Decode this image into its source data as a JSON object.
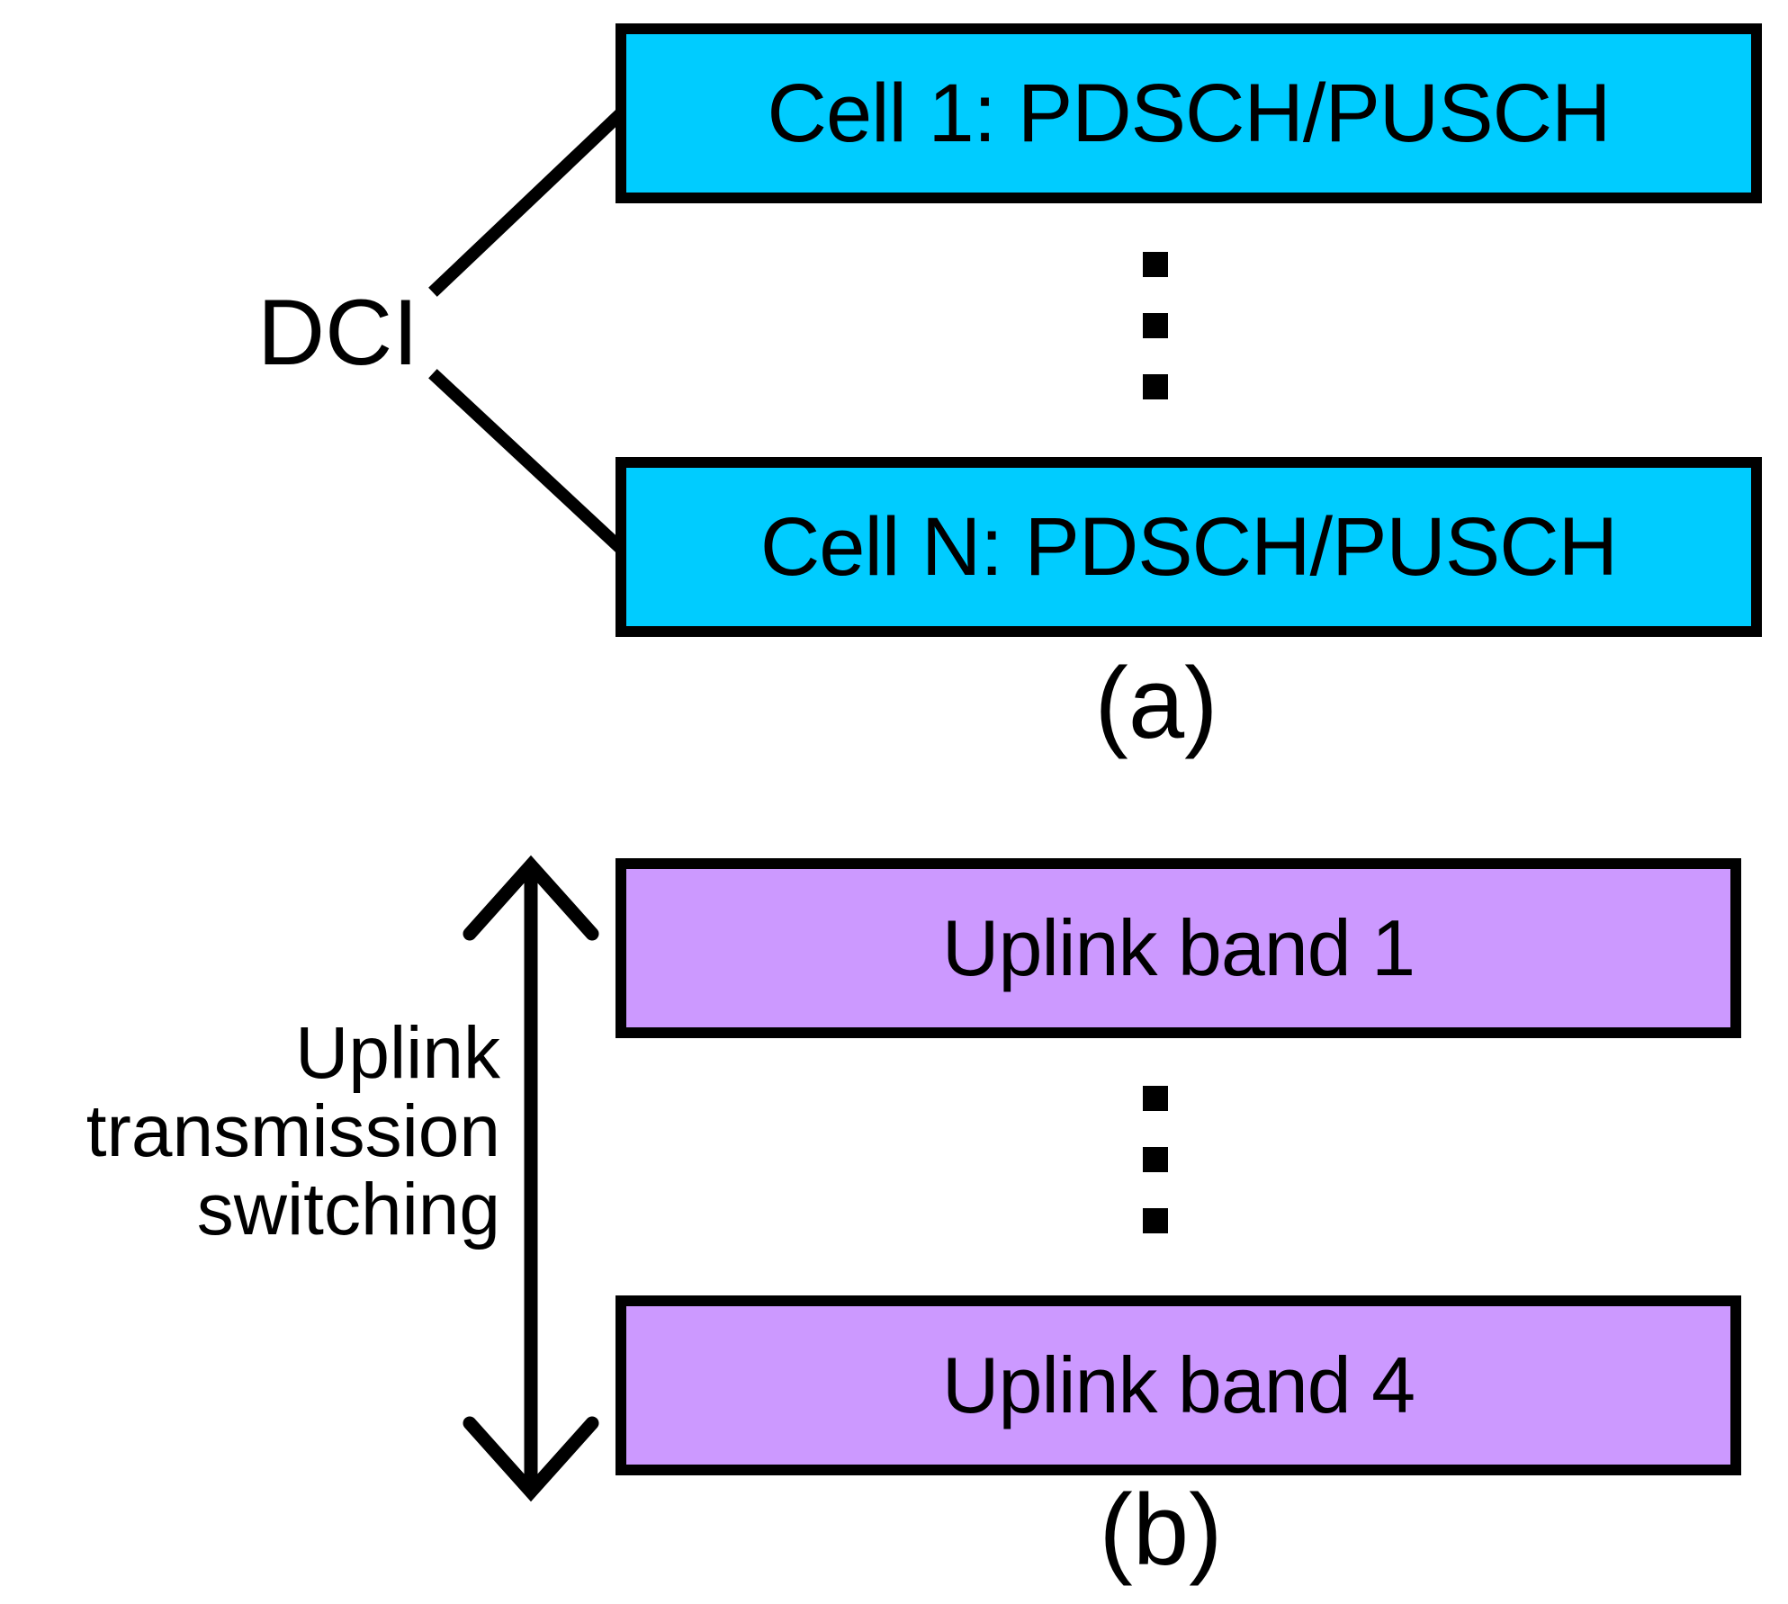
{
  "figure": {
    "type": "block-diagram",
    "panels": [
      {
        "id": "a",
        "caption": "(a)",
        "source_label": "DCI",
        "box_color": "#00ccff",
        "border_color": "#000000",
        "boxes": [
          {
            "label": "Cell 1: PDSCH/PUSCH"
          },
          {
            "label": "Cell N: PDSCH/PUSCH"
          }
        ],
        "ellipsis": "vertical-three-dots",
        "connectors": "DCI branches to both cell boxes"
      },
      {
        "id": "b",
        "caption": "(b)",
        "box_color": "#cc99ff",
        "border_color": "#000000",
        "annotation_lines": [
          "Uplink",
          "transmission",
          "switching"
        ],
        "annotation_arrow": "double-headed-vertical-arrow",
        "boxes": [
          {
            "label": "Uplink band 1"
          },
          {
            "label": "Uplink band 4"
          }
        ],
        "ellipsis": "vertical-three-dots"
      }
    ]
  },
  "panel_a": {
    "dci": "DCI",
    "cell_first": "Cell 1: PDSCH/PUSCH",
    "cell_last": "Cell N: PDSCH/PUSCH",
    "caption": "(a)"
  },
  "panel_b": {
    "band_first": "Uplink band 1",
    "band_last": "Uplink band 4",
    "switching_line_1": "Uplink",
    "switching_line_2": "transmission",
    "switching_line_3": "switching",
    "caption": "(b)"
  },
  "colors": {
    "cell_fill": "#00ccff",
    "band_fill": "#cc99ff",
    "stroke": "#000000",
    "background": "#ffffff"
  }
}
